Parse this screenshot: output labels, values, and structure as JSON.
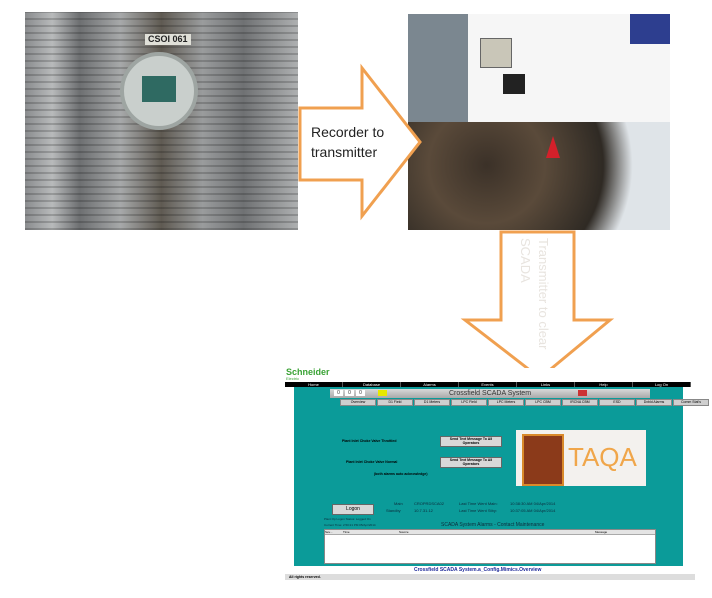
{
  "arrows": {
    "right_label": "Recorder to transmitter",
    "down_label": "Transmitter to clear SCADA",
    "stroke_color": "#f0a050"
  },
  "photo1": {
    "label": "CSOI 061"
  },
  "scada": {
    "brand": "Schneider",
    "brand_sub": "Electric",
    "menu": [
      "Home",
      "Database",
      "Alarms",
      "Events",
      "Links",
      "Help",
      "Log On"
    ],
    "title": "Crossfield SCADA System",
    "counters": [
      "0",
      "0",
      "0"
    ],
    "tabs": [
      "Overview",
      "D1 Field",
      "D1 Meters",
      "LPC Field",
      "LPC Meters",
      "LPC CBM",
      "IRCNA CBM",
      "ESD",
      "Dxbld Alarms",
      "Comm Stat's"
    ],
    "alarm1_label": "Plant Inlet Choke Valve Throttled",
    "alarm2_label": "Plant Inlet Choke Valve Normal",
    "send_button": "Send Text Message To All Operators",
    "auto_ack": "(both alarms auto acknowledge)",
    "logo_text": "TAQA",
    "logon_button": "Logon",
    "main_label": "Main",
    "main_value": "CROPRDSCA02",
    "standby_label": "Standby",
    "standby_value": "10.7.31.12",
    "last_main_label": "Last Time Went Main:",
    "last_main_value": "10:38:30 AM  04/Apr/2014",
    "last_stby_label": "Last Time Went Stby:",
    "last_stby_value": "10:37:05 AM  04/Apr/2014",
    "logon_status": "Plant Op Logon Status:  Logged On",
    "current_time": "Current Time:  2:50:21 PM  05/Apr/2014",
    "alarms_title": "SCADA System Alarms - Contact Maintenance",
    "grid_headers": [
      "Sev...",
      "Time",
      "Source",
      "Message"
    ],
    "page_link": "Crossfield SCADA System.a_Config.Mimics.Overview",
    "footer": "All rights reserved."
  }
}
